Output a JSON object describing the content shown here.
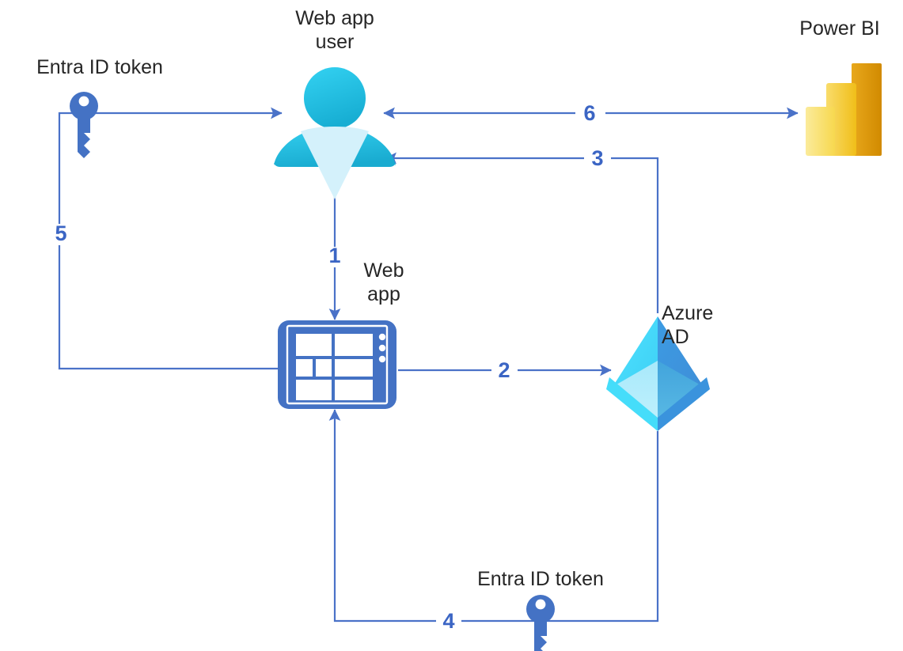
{
  "diagram": {
    "title": "Web app user authentication flow with Entra ID and Power BI",
    "background_color": "#ffffff",
    "text_color": "#262626",
    "connector_color": "#4A72C8",
    "step_number_color": "#3B65C4",
    "nodes": [
      {
        "id": "web-app-user",
        "label": "Web app\nuser",
        "icon": "person-icon",
        "colors": [
          "#29C5F0",
          "#1BA9D6",
          "#D9F2FB"
        ]
      },
      {
        "id": "power-bi",
        "label": "Power BI",
        "icon": "power-bi-icon",
        "colors": [
          "#F9E27D",
          "#F2C811",
          "#E8A200"
        ]
      },
      {
        "id": "web-app",
        "label": "Web\napp",
        "icon": "web-app-tablet-icon",
        "colors": [
          "#4472C4",
          "#FFFFFF"
        ]
      },
      {
        "id": "azure-ad",
        "label": "Azure\nAD",
        "icon": "azure-ad-diamond-icon",
        "colors": [
          "#50E6FF",
          "#32BEDD",
          "#3999E0",
          "#9CEBFF"
        ]
      },
      {
        "id": "entra-token-left",
        "label": "Entra ID token",
        "icon": "key-icon",
        "colors": [
          "#4472C4"
        ]
      },
      {
        "id": "entra-token-bottom",
        "label": "Entra ID token",
        "icon": "key-icon",
        "colors": [
          "#4472C4"
        ]
      }
    ],
    "steps": [
      {
        "number": "1",
        "from": "web-app-user",
        "to": "web-app",
        "direction": "one-way"
      },
      {
        "number": "2",
        "from": "web-app",
        "to": "azure-ad",
        "direction": "one-way"
      },
      {
        "number": "3",
        "from": "azure-ad",
        "to": "web-app-user",
        "direction": "one-way"
      },
      {
        "number": "4",
        "from": "azure-ad",
        "to": "web-app",
        "direction": "one-way"
      },
      {
        "number": "5",
        "from": "web-app",
        "to": "web-app-user",
        "direction": "one-way"
      },
      {
        "number": "6",
        "from": "web-app-user",
        "to": "power-bi",
        "direction": "two-way"
      }
    ]
  }
}
